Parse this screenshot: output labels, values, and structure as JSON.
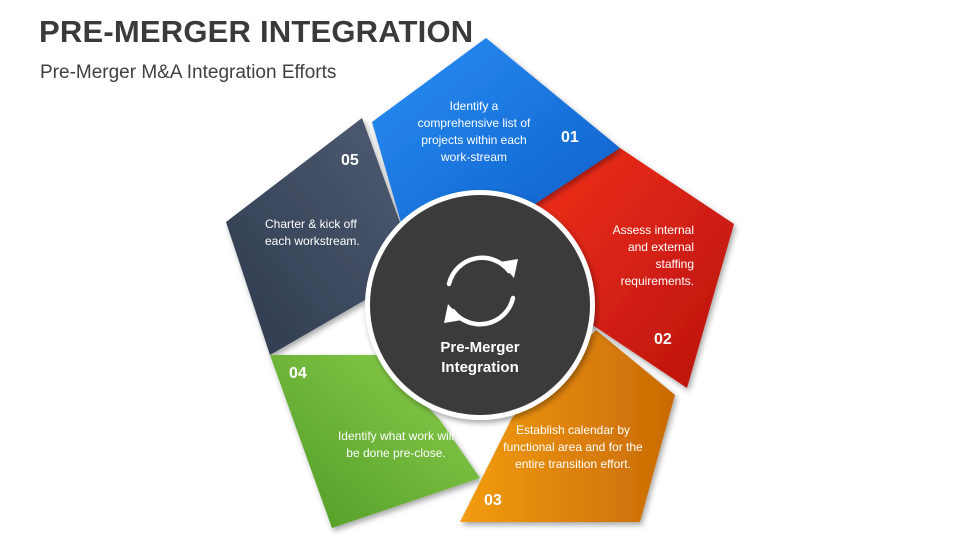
{
  "title": "PRE-MERGER INTEGRATION",
  "subtitle": "Pre-Merger M&A Integration Efforts",
  "center": {
    "label": "Pre-Merger Integration",
    "icon": "refresh-cycle-icon"
  },
  "segments": [
    {
      "number": "01",
      "text": "Identify a comprehensive list of projects within each work-stream",
      "color": "#1a73e8"
    },
    {
      "number": "02",
      "text": "Assess internal and external staffing requirements.",
      "color": "#e8251a"
    },
    {
      "number": "03",
      "text": "Establish calendar by functional area and for the entire transition effort.",
      "color": "#f08c0c"
    },
    {
      "number": "04",
      "text": "Identify what work will be done pre-close.",
      "color": "#6fbe3a"
    },
    {
      "number": "05",
      "text": "Charter & kick off each workstream.",
      "color": "#3d4a5e"
    }
  ]
}
